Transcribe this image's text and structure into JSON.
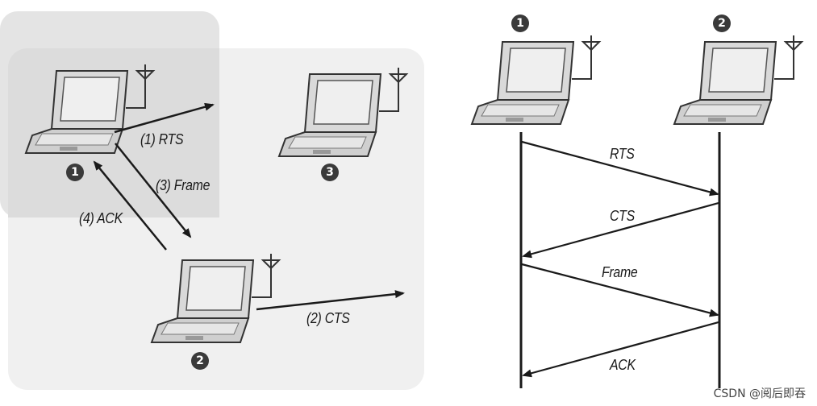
{
  "left_diagram": {
    "nodes": [
      {
        "id": "1",
        "badge": "1"
      },
      {
        "id": "2",
        "badge": "2"
      },
      {
        "id": "3",
        "badge": "3"
      }
    ],
    "labels": {
      "rts": "(1) RTS",
      "frame": "(3) Frame",
      "ack": "(4) ACK",
      "cts": "(2) CTS"
    }
  },
  "right_diagram": {
    "nodes": [
      {
        "id": "1",
        "badge": "1"
      },
      {
        "id": "2",
        "badge": "2"
      }
    ],
    "messages": [
      "RTS",
      "CTS",
      "Frame",
      "ACK"
    ]
  },
  "watermark": "CSDN @阅后即吞",
  "colors": {
    "line": "#1a1a1a",
    "region_a": "#e4e4e4",
    "region_b": "#f0f0f0",
    "badge": "#3a3a3a"
  }
}
